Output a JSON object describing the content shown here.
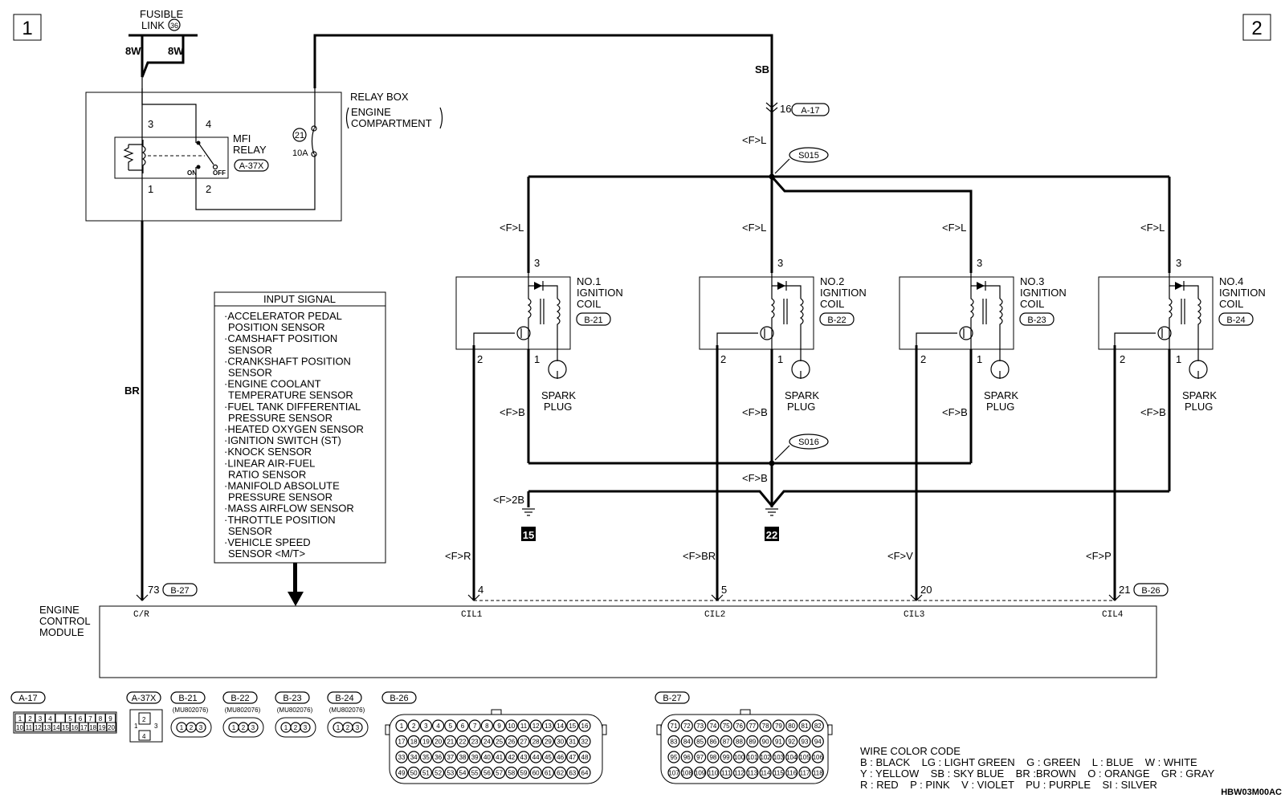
{
  "page_markers": {
    "left": "1",
    "right": "2"
  },
  "fusible_link": {
    "line1": "FUSIBLE",
    "line2": "LINK",
    "num": "36",
    "wire_left": "8W",
    "wire_right": "8W"
  },
  "relay_box": {
    "title": "RELAY BOX",
    "sub1": "ENGINE",
    "sub2": "COMPARTMENT",
    "fuse_num": "21",
    "fuse_rating": "10A"
  },
  "mfi_relay": {
    "line1": "MFI",
    "line2": "RELAY",
    "connector": "A-37X",
    "pin3": "3",
    "pin4": "4",
    "pin1": "1",
    "pin2": "2",
    "on": "ON",
    "off": "OFF"
  },
  "wires": {
    "sb": "SB",
    "br": "BR",
    "connector_a17_pin": "16",
    "connector_a17": "A-17",
    "fl": "<F>L",
    "fb": "<F>B",
    "f2b": "<F>2B",
    "fr": "<F>R",
    "fbr": "<F>BR",
    "fv": "<F>V",
    "fp": "<F>P"
  },
  "splices": {
    "s015": "S015",
    "s016": "S016"
  },
  "grounds": {
    "g15": "15",
    "g22": "22"
  },
  "coils": [
    {
      "line1": "NO.1",
      "line2": "IGNITION",
      "line3": "COIL",
      "connector": "B-21",
      "pin3": "3",
      "pin2": "2",
      "pin1": "1",
      "plug1": "SPARK",
      "plug2": "PLUG"
    },
    {
      "line1": "NO.2",
      "line2": "IGNITION",
      "line3": "COIL",
      "connector": "B-22",
      "pin3": "3",
      "pin2": "2",
      "pin1": "1",
      "plug1": "SPARK",
      "plug2": "PLUG"
    },
    {
      "line1": "NO.3",
      "line2": "IGNITION",
      "line3": "COIL",
      "connector": "B-23",
      "pin3": "3",
      "pin2": "2",
      "pin1": "1",
      "plug1": "SPARK",
      "plug2": "PLUG"
    },
    {
      "line1": "NO.4",
      "line2": "IGNITION",
      "line3": "COIL",
      "connector": "B-24",
      "pin3": "3",
      "pin2": "2",
      "pin1": "1",
      "plug1": "SPARK",
      "plug2": "PLUG"
    }
  ],
  "input_signal": {
    "title": "INPUT SIGNAL",
    "items": [
      "·ACCELERATOR PEDAL",
      " POSITION SENSOR",
      "·CAMSHAFT POSITION",
      " SENSOR",
      "·CRANKSHAFT POSITION",
      " SENSOR",
      "·ENGINE COOLANT",
      " TEMPERATURE SENSOR",
      "·FUEL TANK DIFFERENTIAL",
      " PRESSURE SENSOR",
      "·HEATED OXYGEN SENSOR",
      "·IGNITION SWITCH (ST)",
      "·KNOCK SENSOR",
      "·LINEAR AIR-FUEL",
      " RATIO SENSOR",
      "·MANIFOLD ABSOLUTE",
      " PRESSURE SENSOR",
      "·MASS AIRFLOW SENSOR",
      "·THROTTLE POSITION",
      " SENSOR",
      "·VEHICLE SPEED",
      " SENSOR <M/T>"
    ]
  },
  "ecm": {
    "line1": "ENGINE",
    "line2": "CONTROL",
    "line3": "MODULE",
    "pin_cr_num": "73",
    "pin_cr_conn": "B-27",
    "pin_cr_name": "C/R",
    "pins": [
      {
        "num": "4",
        "name": "CIL1"
      },
      {
        "num": "5",
        "name": "CIL2"
      },
      {
        "num": "20",
        "name": "CIL3"
      },
      {
        "num": "21",
        "name": "CIL4"
      }
    ],
    "pin_conn": "B-26"
  },
  "connectors": {
    "a17": {
      "label": "A-17",
      "row1": [
        "1",
        "2",
        "3",
        "4",
        "",
        "5",
        "6",
        "7",
        "8",
        "9"
      ],
      "row2": [
        "10",
        "11",
        "12",
        "13",
        "14",
        "15",
        "16",
        "17",
        "18",
        "19",
        "20"
      ]
    },
    "a37x": {
      "label": "A-37X",
      "pins": [
        "1",
        "2",
        "3",
        "4"
      ]
    },
    "small": [
      {
        "label": "B-21",
        "part": "(MU802076)"
      },
      {
        "label": "B-22",
        "part": "(MU802076)"
      },
      {
        "label": "B-23",
        "part": "(MU802076)"
      },
      {
        "label": "B-24",
        "part": "(MU802076)"
      }
    ],
    "small_pins": [
      "1",
      "2",
      "3"
    ],
    "b26": {
      "label": "B-26",
      "rows": [
        [
          "1",
          "2",
          "3",
          "4",
          "5",
          "6",
          "7",
          "8",
          "9",
          "10",
          "11",
          "12",
          "13",
          "14",
          "15",
          "16"
        ],
        [
          "17",
          "18",
          "19",
          "20",
          "21",
          "22",
          "23",
          "24",
          "25",
          "26",
          "27",
          "28",
          "29",
          "30",
          "31",
          "32"
        ],
        [
          "33",
          "34",
          "35",
          "36",
          "37",
          "38",
          "39",
          "40",
          "41",
          "42",
          "43",
          "44",
          "45",
          "46",
          "47",
          "48"
        ],
        [
          "49",
          "50",
          "51",
          "52",
          "53",
          "54",
          "55",
          "56",
          "57",
          "58",
          "59",
          "60",
          "61",
          "62",
          "63",
          "64"
        ]
      ]
    },
    "b27": {
      "label": "B-27",
      "rows": [
        [
          "71",
          "72",
          "73",
          "74",
          "75",
          "76",
          "77",
          "78",
          "79",
          "80",
          "81",
          "82"
        ],
        [
          "83",
          "84",
          "85",
          "86",
          "87",
          "88",
          "89",
          "90",
          "91",
          "92",
          "93",
          "94"
        ],
        [
          "95",
          "96",
          "97",
          "98",
          "99",
          "100",
          "101",
          "102",
          "103",
          "104",
          "105",
          "106"
        ],
        [
          "107",
          "108",
          "109",
          "110",
          "111",
          "112",
          "113",
          "114",
          "115",
          "116",
          "117",
          "118"
        ]
      ]
    }
  },
  "wire_color_code": {
    "title": "WIRE COLOR CODE",
    "line1": "B : BLACK    LG : LIGHT GREEN    G : GREEN    L : BLUE    W : WHITE",
    "line2": "Y : YELLOW    SB : SKY BLUE    BR :BROWN    O : ORANGE    GR : GRAY",
    "line3": "R : RED    P : PINK    V : VIOLET    PU : PURPLE    SI : SILVER"
  },
  "figure_code": "HBW03M00AC"
}
